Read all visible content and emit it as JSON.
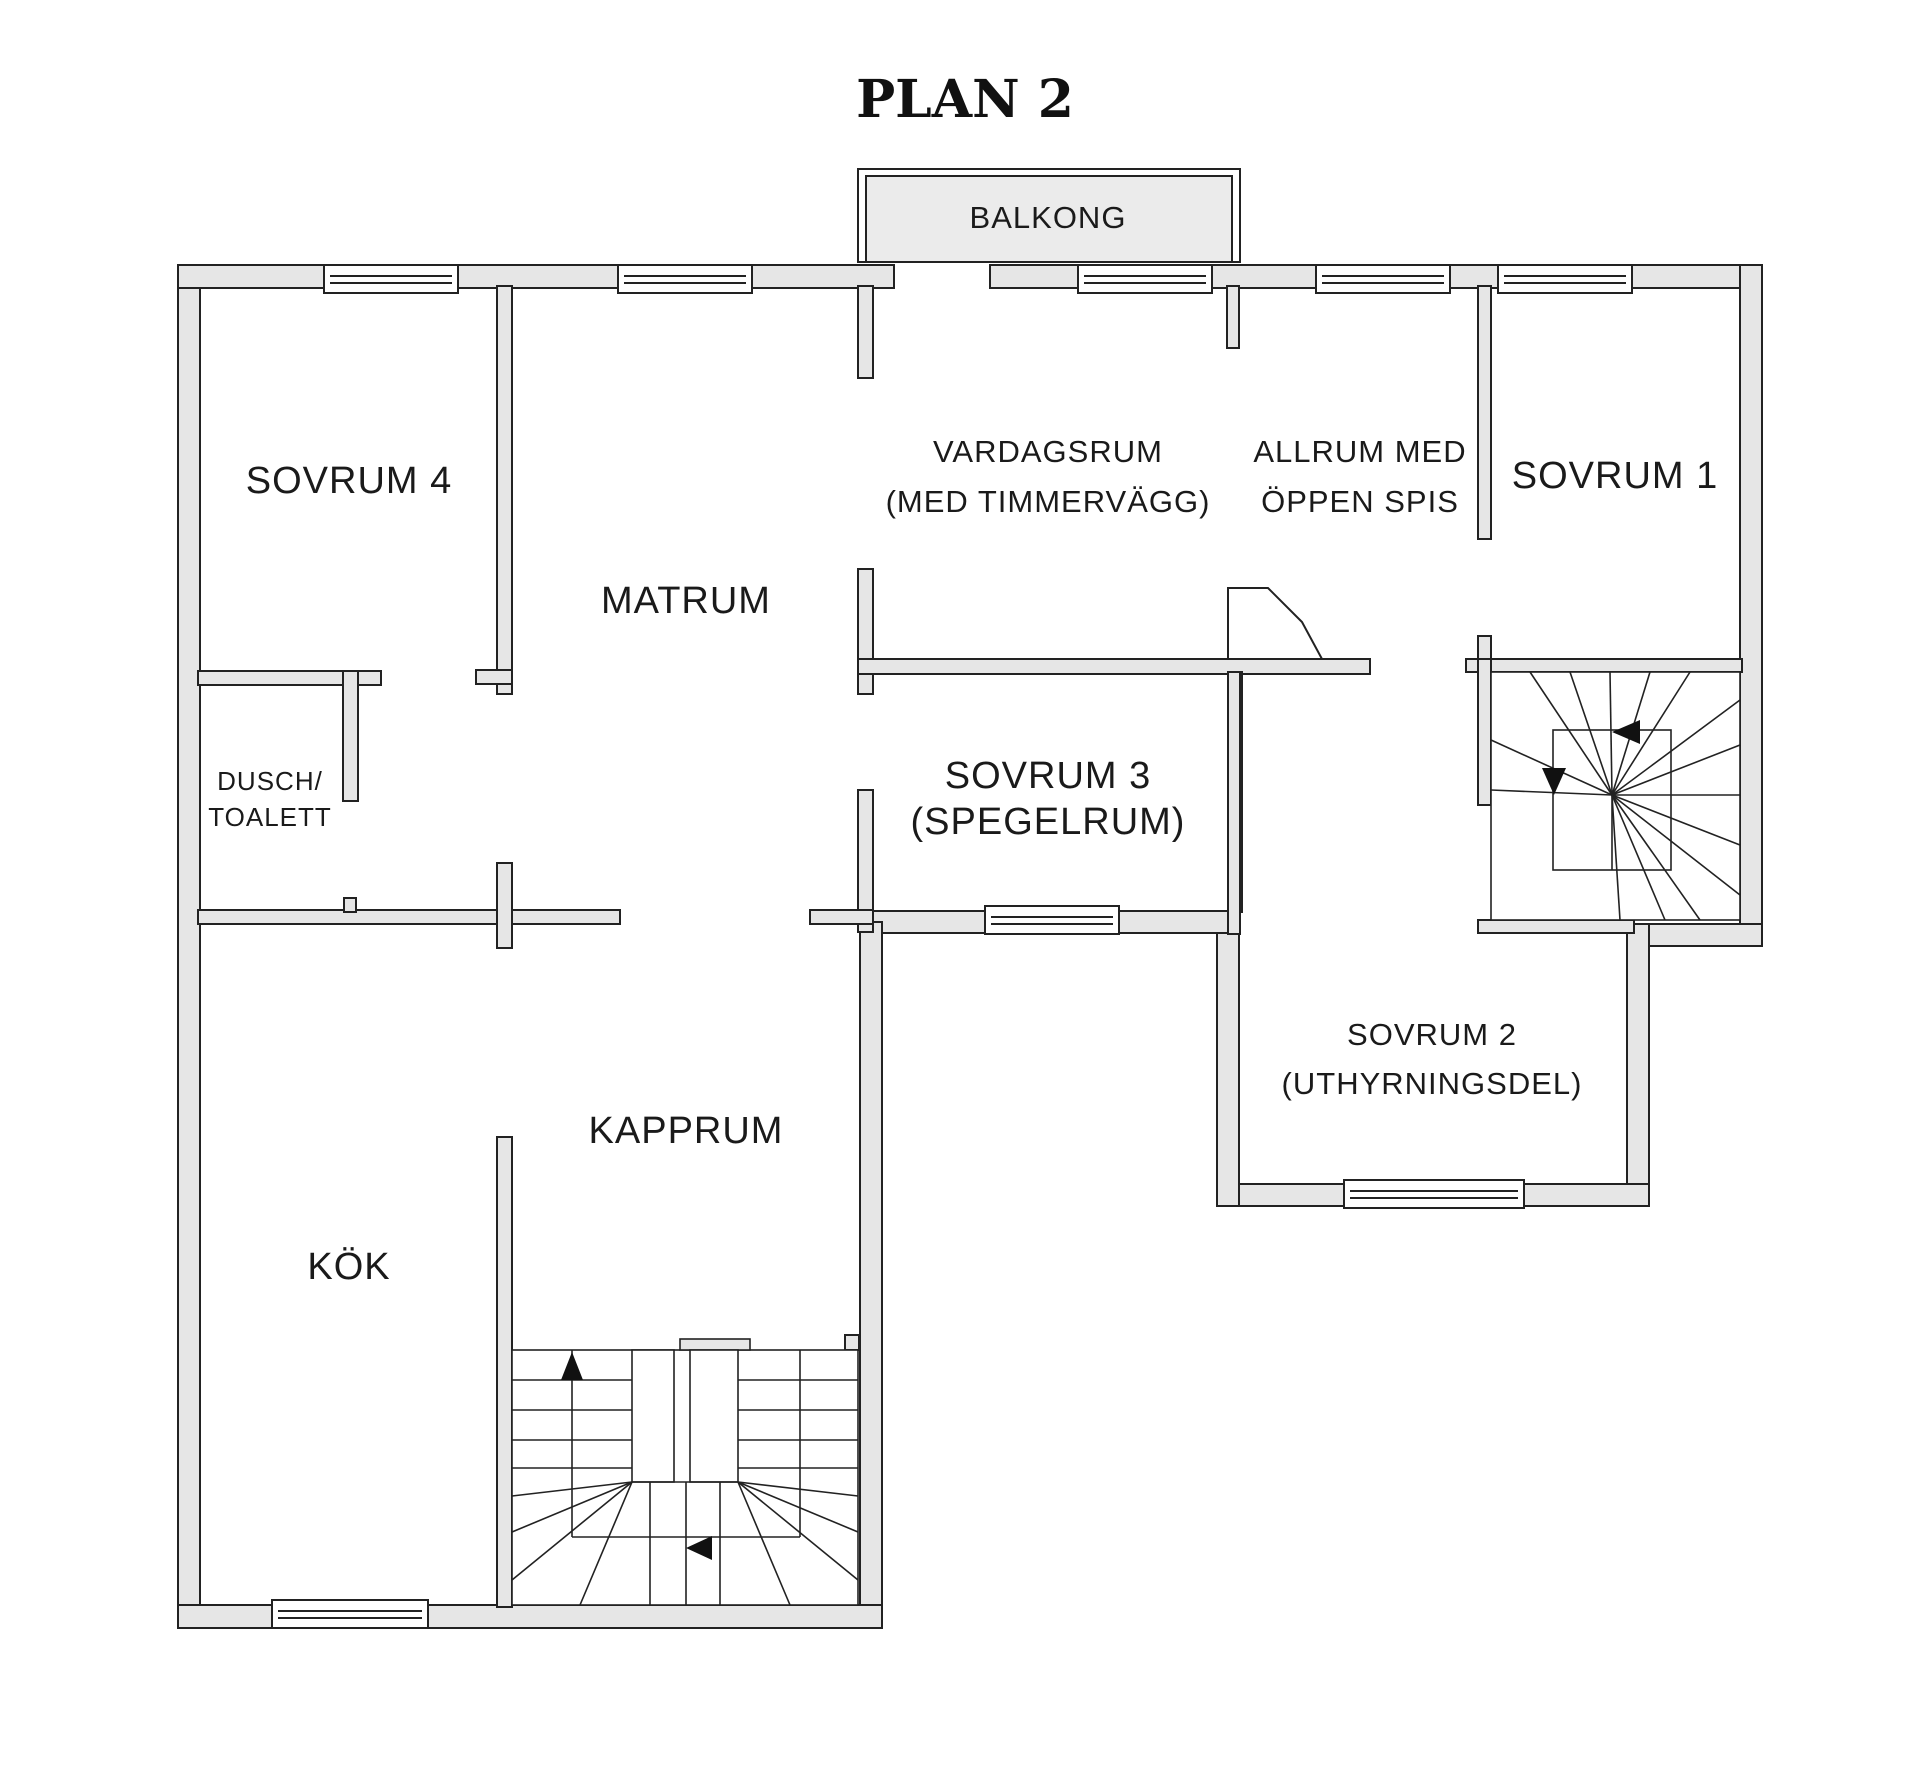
{
  "title": "PLAN 2",
  "rooms": {
    "balkong": "BALKONG",
    "sovrum4": "SOVRUM 4",
    "matrum": "MATRUM",
    "vardagsrum_1": "VARDAGSRUM",
    "vardagsrum_2": "(MED TIMMERVÄGG)",
    "allrum_1": "ALLRUM MED",
    "allrum_2": "ÖPPEN SPIS",
    "sovrum1": "SOVRUM 1",
    "dusch_1": "DUSCH/",
    "dusch_2": "TOALETT",
    "sovrum3_1": "SOVRUM 3",
    "sovrum3_2": "(SPEGELRUM)",
    "sovrum2_1": "SOVRUM 2",
    "sovrum2_2": "(UTHYRNINGSDEL)",
    "kapprum": "KAPPRUM",
    "kok": "KÖK"
  },
  "colors": {
    "wall_fill": "#e6e6e6",
    "line": "#222222",
    "background": "#ffffff"
  }
}
